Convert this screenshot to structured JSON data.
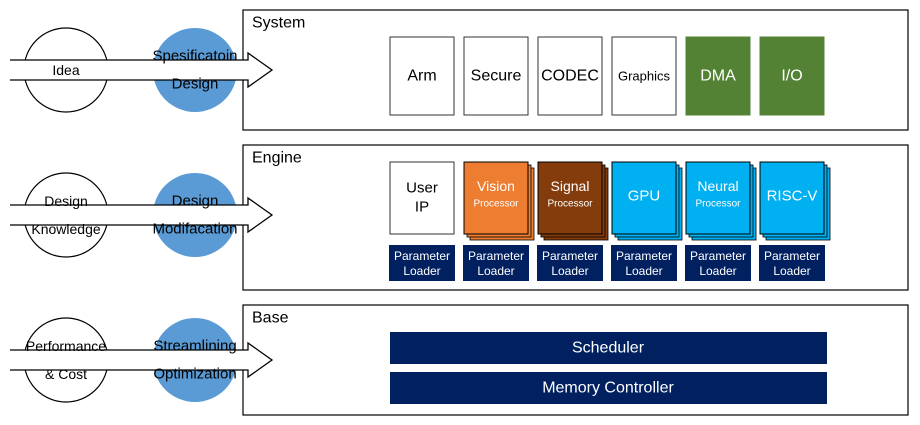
{
  "rows": [
    {
      "id": "system",
      "section_title": "System",
      "input_label": [
        "Idea"
      ],
      "stage_label": [
        "Spesificatoin",
        "Design"
      ]
    },
    {
      "id": "engine",
      "section_title": "Engine",
      "input_label": [
        "Design",
        "Knowledge"
      ],
      "stage_label": [
        "Design",
        "Modifacation"
      ]
    },
    {
      "id": "base",
      "section_title": "Base",
      "input_label": [
        "Performance",
        "& Cost"
      ],
      "stage_label": [
        "Streamlining",
        "Optimization"
      ]
    }
  ],
  "system_blocks": [
    {
      "label": "Arm",
      "style": "plain"
    },
    {
      "label": "Secure",
      "style": "plain"
    },
    {
      "label": "CODEC",
      "style": "plain"
    },
    {
      "label": "Graphics",
      "style": "plain"
    },
    {
      "label": "DMA",
      "style": "green"
    },
    {
      "label": "I/O",
      "style": "green"
    }
  ],
  "engine_blocks": [
    {
      "title": [
        "User",
        "IP"
      ],
      "subtitle": "",
      "style": "plain",
      "loader": [
        "Parameter",
        "Loader"
      ]
    },
    {
      "title": [
        "Vision"
      ],
      "subtitle": "Processor",
      "style": "orange",
      "loader": [
        "Parameter",
        "Loader"
      ]
    },
    {
      "title": [
        "Signal"
      ],
      "subtitle": "Processor",
      "style": "brown",
      "loader": [
        "Parameter",
        "Loader"
      ]
    },
    {
      "title": [
        "GPU"
      ],
      "subtitle": "",
      "style": "cyan",
      "loader": [
        "Parameter",
        "Loader"
      ]
    },
    {
      "title": [
        "Neural"
      ],
      "subtitle": "Processor",
      "style": "cyan",
      "loader": [
        "Parameter",
        "Loader"
      ]
    },
    {
      "title": [
        "RISC-V"
      ],
      "subtitle": "",
      "style": "cyan",
      "loader": [
        "Parameter",
        "Loader"
      ]
    }
  ],
  "base_bars": [
    "Scheduler",
    "Memory Controller"
  ],
  "colors": {
    "stage_circle": "#5b9bd5",
    "green": "#548235",
    "orange": "#ed7d31",
    "brown": "#843c0c",
    "cyan": "#00b0f0",
    "navy": "#002060",
    "outline": "#000000"
  }
}
